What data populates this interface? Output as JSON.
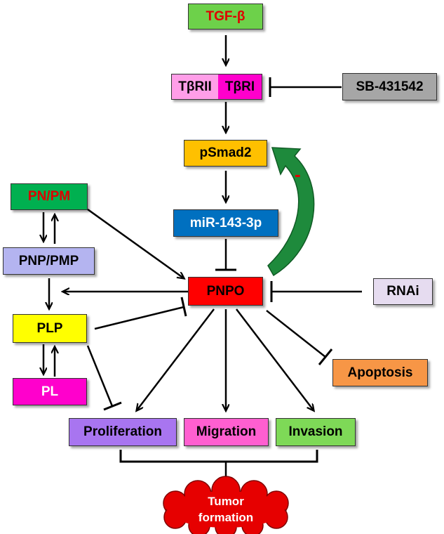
{
  "colors": {
    "tgf": "#6dd14a",
    "tbrii": "#ff9ee8",
    "tbri": "#ff00cc",
    "sb": "#a6a6a6",
    "psmad2": "#ffc000",
    "pnpm": "#00b050",
    "mir": "#0070c0",
    "pnppmp": "#b4b4f0",
    "pnpo": "#ff0000",
    "rnai": "#e6dcf0",
    "plp": "#ffff00",
    "pl": "#ff00cc",
    "apoptosis": "#f79646",
    "proliferation": "#a875f0",
    "migration": "#ff5fd0",
    "invasion": "#7ed957",
    "tumor": "#e60000",
    "feedback_arrow": "#1e8a3c",
    "red_text": "#e00000"
  },
  "nodes": {
    "tgf_beta": "TGF-β",
    "tbrii": "TβRII",
    "tbri": "TβRI",
    "sb431542": "SB-431542",
    "psmad2": "pSmad2",
    "pn_pm": "PN/PM",
    "mir143": "miR-143-3p",
    "pnp_pmp": "PNP/PMP",
    "pnpo": "PNPO",
    "rnai": "RNAi",
    "plp": "PLP",
    "pl": "PL",
    "apoptosis": "Apoptosis",
    "proliferation": "Proliferation",
    "migration": "Migration",
    "invasion": "Invasion",
    "tumor_line1": "Tumor",
    "tumor_line2": "formation"
  },
  "feedback_sign": "-"
}
